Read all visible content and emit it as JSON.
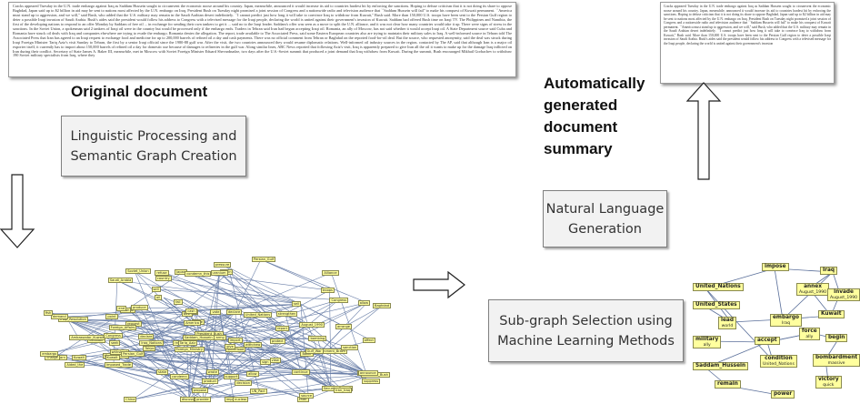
{
  "original_document": {
    "text": "Cracks appeared Tuesday in the U.N. trade embargo against Iraq as Saddam Hussein sought to circumvent the economic noose around his country. Japan, meanwhile, announced it would increase its aid to countries hardest hit by enforcing the sanctions. Hoping to defuse criticism that it is not doing its share to oppose Baghdad, Japan said up to $2 billion in aid may be sent to nations most affected by the U.N. embargo on Iraq. President Bush on Tuesday night promised a joint session of Congress and a nationwide radio and television audience that ``Saddam Hussein will fail'' to make his conquest of Kuwait permanent. ``America must stand up to aggression, and we will,'' said Bush, who added that the U.S. military may remain in the Saudi Arabian desert indefinitely. ``I cannot predict just how long it will take to convince Iraq to withdraw from Kuwait,'' Bush said. More than 150,000 U.S. troops have been sent to the Persian Gulf region to deter a possible Iraqi invasion of Saudi Arabia. Bush's aides said the president would follow his address to Congress with a televised message for the Iraqi people, declaring the world is united against their government's invasion of Kuwait. Saddam had offered Bush time on Iraqi TV. The Philippines and Namibia, the first of the developing nations to respond to an offer Monday by Saddam of free oil ... in exchange for sending their own tankers to get it ... said no to the Iraqi leader. Saddam's offer was seen as a move to split the U.N. alliance, and it was not clear how many countries would take it up. There were signs of stress in the sanctions. In the Soviet Union, a spokesman said 2 tankers of Iraqi oil were in the country but would be processed only if the embargo ends. Traders in Tehran said Iran had begun accepting Iraqi oil. Romania, an ally of Moscow, has not said whether it would accept Iraqi oil. A State Department source said Cuba and Romania have struck oil deals with Iraq and companies elsewhere are trying to evade the embargo. Romania denies the allegation. The report, trade available to The Associated Press, said some Eastern European countries also are trying to maintain their military sales to Iraq. A well-informed source in Tehran told The Associated Press that Iran has agreed to an Iraqi request to exchange food and medicine for up to 200,000 barrels of refined oil a day and cash payments. There was no official comment from Tehran or Baghdad on the reported food-for-oil deal. But the source, who requested anonymity, said the deal was struck during Iraqi Foreign Minister Tariq Aziz's visit Sunday to Tehran, the first by a senior Iraqi official since the 1980-88 gulf war. After the visit, the two countries announced they would resume diplomatic relations. Well-informed oil industry sources in the region, contacted by The AP, said that although Iran is a major oil exporter itself, it currently has to import about 150,000 barrels of refined oil a day for domestic use because of damages to refineries in the gulf war. Along similar lines, ABC News reported that following Aziz's visit, Iraq is apparently prepared to give Iran all the oil it wants to make up for the damage Iraq inflicted on Iran during their conflict. Secretary of State James A. Baker III, meanwhile, met in Moscow with Soviet Foreign Minister Eduard Shevardnadze, two days after the U.S.-Soviet summit that produced a joint demand that Iraq withdraw from Kuwait. During the summit, Bush encouraged Mikhail Gorbachev to withdraw 190 Soviet military specialists from Iraq, where they"
  },
  "summary_document": {
    "text": "Cracks appeared Tuesday in the U.N. trade embargo against Iraq as Saddam Hussein sought to circumvent the economic noose around his country. Japan, meanwhile, announced it would increase its aid to countries hardest hit by enforcing the sanctions. Hoping to defuse criticism that it is not doing its share to oppose Baghdad, Japan said up to $2 billion in aid may be sent to nations most affected by the U.N. embargo on Iraq. President Bush on Tuesday night promised a joint session of Congress and a nationwide radio and television audience that ``Saddam Hussein will fail'' to make his conquest of Kuwait permanent. ``America must stand up to aggression, and we will,'' said Bush, who added that the U.S. military may remain in the Saudi Arabian desert indefinitely. ``I cannot predict just how long it will take to convince Iraq to withdraw from Kuwait,'' Bush said. More than 150,000 U.S. troops have been sent to the Persian Gulf region to deter a possible Iraqi invasion of Saudi Arabia. Bush's aides said the president would follow his address to Congress with a televised message for the Iraqi people, declaring the world is united against their government's invasion"
  },
  "labels": {
    "original_caption": "Original document",
    "summary_caption": "Automatically generated document summary",
    "linguistic_box": "Linguistic Processing and\nSemantic Graph Creation",
    "subgraph_box": "Sub-graph Selection using\nMachine Learning Methods",
    "nlg_box": "Natural Language\nGeneration"
  },
  "semantic_graph": {
    "nodes": [
      "consider",
      "view",
      "Working_Class",
      "Tehran",
      "deal",
      "discuss",
      "strike",
      "declare",
      "arrive",
      "point",
      "priceflood",
      "Baghdad",
      "continue",
      "report",
      "Imposed_Trade",
      "fail",
      "chair",
      "Tokyo",
      "request",
      "source",
      "state",
      "President_Bush",
      "impose",
      "Iraq_Nations",
      "produce",
      "begin",
      "sign",
      "restore",
      "Government_Brazil",
      "country",
      "August_1990",
      "Kuwait",
      "Aided_the",
      "withstand",
      "wrote",
      "vote",
      "Iran",
      "Alliance",
      "allow",
      "uranium",
      "President_Bush",
      "condemn",
      "decision",
      "refuse",
      "provide",
      "bombing",
      "Bush",
      "suppress",
      "warn",
      "end",
      "Security_Council",
      "strengthen",
      "protect",
      "Japan",
      "Soviet_Union",
      "nuclear",
      "give",
      "import",
      "Iraqi_Resolution",
      "United_Nations",
      "Saddam_Hussein",
      "propose",
      "Baker",
      "support",
      "declare",
      "army",
      "America",
      "Foreign_Ministry",
      "seek",
      "affect",
      "Kuwait",
      "China",
      "condemn_this",
      "product",
      "announce",
      "withdraw",
      "allow",
      "sanction",
      "Persian_Gulf",
      "demand",
      "Foreign_Affairs",
      "Iran_Iraq",
      "sell",
      "Congress",
      "charge",
      "sell",
      "Ambassador_Kuwait",
      "Persian_Gulf",
      "fish",
      "Saudi_Arabia",
      "Tariq_Aziz",
      "arrange",
      "oil",
      "pressure",
      "Congress",
      "troops",
      "Gulf_War",
      "embargo",
      "Bush",
      "cash",
      "UN_Pact"
    ]
  },
  "summary_graph": {
    "nodes": [
      {
        "label": "impose",
        "value": ""
      },
      {
        "label": "Iraq",
        "value": ""
      },
      {
        "label": "United_Nations",
        "value": ""
      },
      {
        "label": "annex",
        "value": "August_1990"
      },
      {
        "label": "invade",
        "value": "August_1990"
      },
      {
        "label": "United_States",
        "value": ""
      },
      {
        "label": "Kuwait",
        "value": ""
      },
      {
        "label": "lead",
        "value": "world"
      },
      {
        "label": "embargo",
        "value": "Iraq"
      },
      {
        "label": "force",
        "value": "ally"
      },
      {
        "label": "begin",
        "value": ""
      },
      {
        "label": "military",
        "value": "ally"
      },
      {
        "label": "accept",
        "value": ""
      },
      {
        "label": "condition",
        "value": "United_Nations"
      },
      {
        "label": "bombardment",
        "value": "massive"
      },
      {
        "label": "Saddam_Hussein",
        "value": ""
      },
      {
        "label": "victory",
        "value": "quick"
      },
      {
        "label": "remain",
        "value": ""
      },
      {
        "label": "power",
        "value": ""
      }
    ]
  }
}
